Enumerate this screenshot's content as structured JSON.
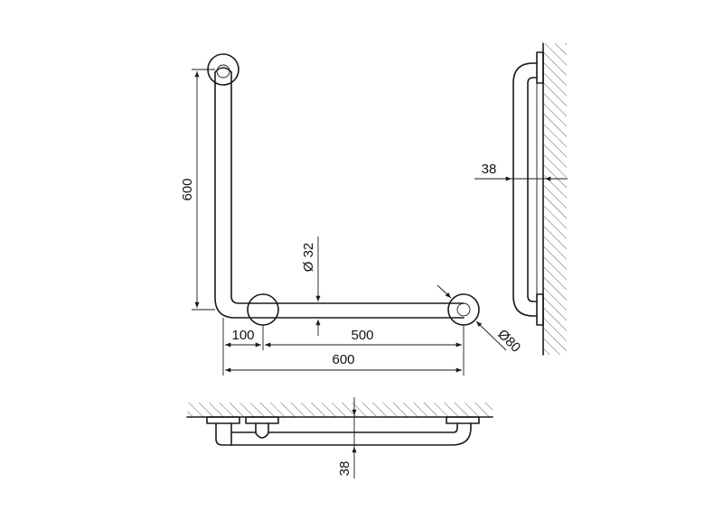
{
  "dimensions": {
    "height_600": "600",
    "diameter_32": "Ø 32",
    "offset_100": "100",
    "length_500": "500",
    "length_600": "600",
    "flange_80": "Ø80",
    "wall_gap_side": "38",
    "wall_gap_plan": "38"
  },
  "colors": {
    "line": "#1a1a1a",
    "background": "#ffffff"
  }
}
